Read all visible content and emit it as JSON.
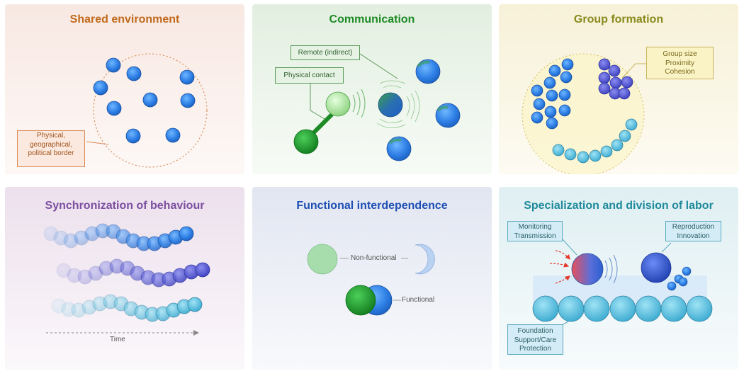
{
  "panels": {
    "shared": {
      "title": "Shared environment",
      "label_lines": [
        "Physical,",
        "geographical,",
        "political border"
      ]
    },
    "communication": {
      "title": "Communication",
      "remote_label": "Remote (indirect)",
      "contact_label": "Physical contact"
    },
    "group": {
      "title": "Group formation",
      "label_lines": [
        "Group size",
        "Proximity",
        "Cohesion"
      ]
    },
    "sync": {
      "title": "Synchronization of behaviour",
      "axis_label": "Time"
    },
    "functional": {
      "title": "Functional interdependence",
      "nonfunctional_label": "Non-functional",
      "functional_label": "Functional"
    },
    "specialization": {
      "title": "Specialization and division of labor",
      "monitor_lines": [
        "Monitoring",
        "Transmission"
      ],
      "repro_lines": [
        "Reproduction",
        "Innovation"
      ],
      "foundation_lines": [
        "Foundation",
        "Support/Care",
        "Protection"
      ]
    }
  },
  "colors": {
    "blue": "#1f6fd6",
    "green": "#1e9a2e",
    "olive": "#8a8a1e",
    "orange": "#c06a1c",
    "purple": "#7b4fa0",
    "navy": "#1e4fb5",
    "teal": "#1e8a9a"
  }
}
